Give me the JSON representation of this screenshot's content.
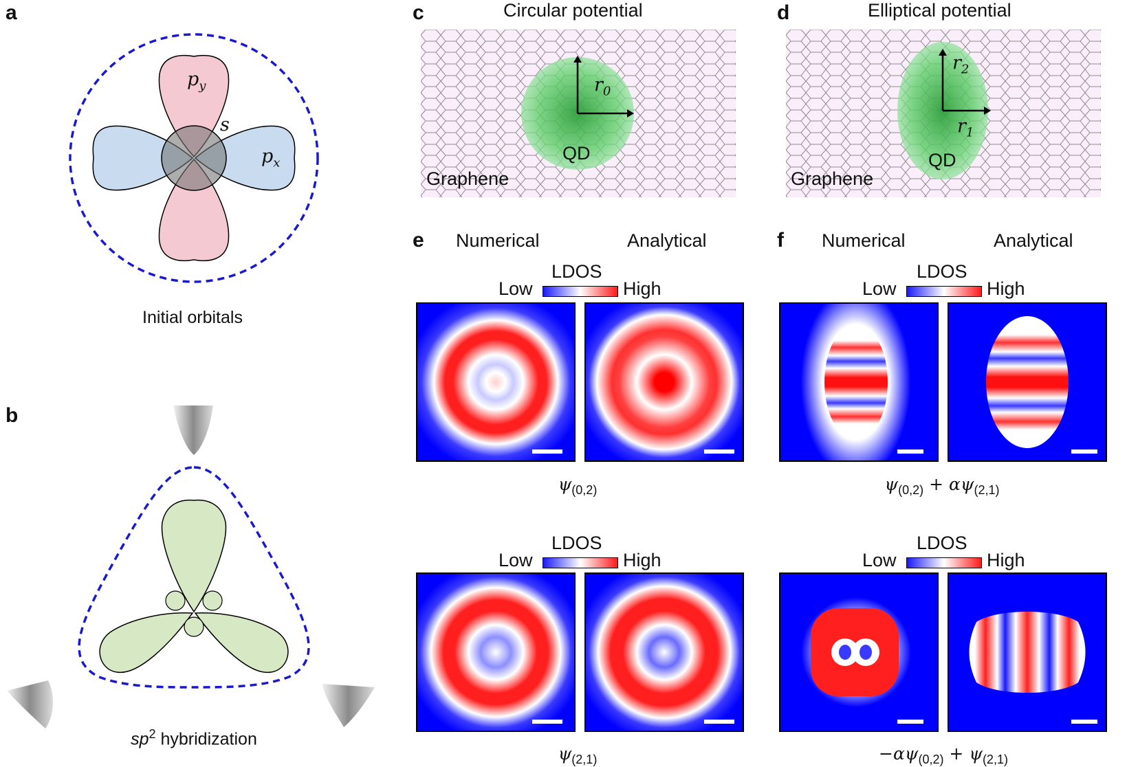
{
  "panels": {
    "a": {
      "label": "a",
      "caption": "Initial orbitals",
      "orbital_py": "p",
      "orbital_py_sub": "y",
      "orbital_px": "p",
      "orbital_px_sub": "x",
      "orbital_s": "s"
    },
    "b": {
      "label": "b",
      "caption_prefix": "sp",
      "caption_sup": "2",
      "caption_suffix": " hybridization"
    },
    "c": {
      "label": "c",
      "title": "Circular potential",
      "graphene": "Graphene",
      "qd": "QD",
      "radius": "r",
      "radius_sub": "0"
    },
    "d": {
      "label": "d",
      "title": "Elliptical potential",
      "graphene": "Graphene",
      "qd": "QD",
      "radius1": "r",
      "radius1_sub": "1",
      "radius2": "r",
      "radius2_sub": "2"
    },
    "e": {
      "label": "e",
      "numerical": "Numerical",
      "analytical": "Analytical",
      "colorbar_title": "LDOS",
      "colorbar_low": "Low",
      "colorbar_high": "High",
      "formula_top": "ψ",
      "formula_top_sub": "(0,2)",
      "formula_bottom": "ψ",
      "formula_bottom_sub": "(2,1)"
    },
    "f": {
      "label": "f",
      "numerical": "Numerical",
      "analytical": "Analytical",
      "colorbar_title": "LDOS",
      "colorbar_low": "Low",
      "colorbar_high": "High",
      "formula_top_a": "ψ",
      "formula_top_a_sub": "(0,2)",
      "formula_top_b": " + αψ",
      "formula_top_b_sub": "(2,1)",
      "formula_bottom_a": "−αψ",
      "formula_bottom_a_sub": "(0,2)",
      "formula_bottom_b": " + ψ",
      "formula_bottom_b_sub": "(2,1)"
    }
  },
  "colors": {
    "dash_blue": "#1a1acc",
    "py_fill": "#f4c9d1",
    "px_fill": "#c9dcef",
    "s_fill": "#777777",
    "sp2_fill": "#d6e8c4",
    "ldos_low": "#0000ff",
    "ldos_high": "#ff0000",
    "qd_green": "#5fcf6a",
    "graphene_bg": "#fbeefb"
  }
}
